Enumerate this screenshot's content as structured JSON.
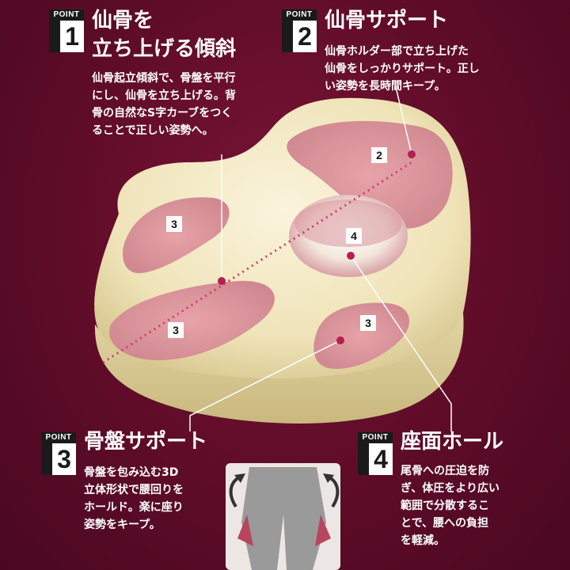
{
  "badge_prefix": "POINT",
  "points": [
    {
      "num": "1",
      "title_line1": "仙骨を",
      "title_line2": "立ち上げる傾斜",
      "desc": [
        "仙骨起立傾斜で、骨盤を平行",
        "にし、仙骨を立ち上げる。背",
        "骨の自然なS字カーブをつく",
        "ることで正しい姿勢へ。"
      ]
    },
    {
      "num": "2",
      "title_line1": "仙骨サポート",
      "desc": [
        "仙骨ホルダー部で立ち上げた",
        "仙骨をしっかりサポート。正し",
        "い姿勢を長時間キープ。"
      ]
    },
    {
      "num": "3",
      "title_line1": "骨盤サポート",
      "desc": [
        "骨盤を包み込む3D",
        "立体形状で腰回りを",
        "ホールド。楽に座り",
        "姿勢をキープ。"
      ]
    },
    {
      "num": "4",
      "title_line1": "座面ホール",
      "desc": [
        "尾骨への圧迫を防",
        "ぎ、体圧をより広い",
        "範囲で分散するこ",
        "とで、腰への負担",
        "を軽減。"
      ]
    }
  ],
  "area_labels": {
    "a": "2",
    "b": "3",
    "c": "4",
    "d": "3",
    "e": "3"
  }
}
